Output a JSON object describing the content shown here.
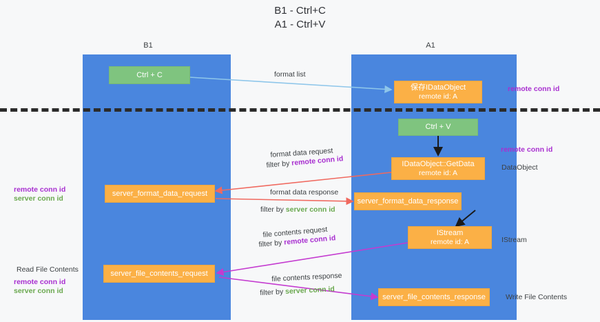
{
  "title": {
    "line1": "B1 - Ctrl+C",
    "line2": "A1 - Ctrl+V"
  },
  "lanes": [
    {
      "id": "b1",
      "name": "B1",
      "role": "connection",
      "color": "#4a86de"
    },
    {
      "id": "a1",
      "name": "A1",
      "role": "remote",
      "color": "#4a86de"
    }
  ],
  "nodes": {
    "ctrl_c": {
      "line1": "Ctrl + C",
      "line2": "",
      "color": "#7fc47f"
    },
    "idataobject": {
      "line1": "保存IDataObject",
      "line2": "remote id: A",
      "color": "#fbb046"
    },
    "ctrl_v": {
      "line1": "Ctrl + V",
      "line2": "",
      "color": "#7fc47f"
    },
    "getdata": {
      "line1": "IDataObject::GetData",
      "line2": "remote id: A",
      "color": "#fbb046"
    },
    "server_format_data_request": {
      "line1": "server_format_data_request",
      "line2": "",
      "color": "#fbb046"
    },
    "server_format_data_response": {
      "line1": "server_format_data_response",
      "line2": "",
      "color": "#fbb046"
    },
    "istream": {
      "line1": "IStream",
      "line2": "remote id: A",
      "color": "#fbb046"
    },
    "server_file_contents_request": {
      "line1": "server_file_contents_request",
      "line2": "",
      "color": "#fbb046"
    },
    "server_file_contents_response": {
      "line1": "server_file_contents_response",
      "line2": "",
      "color": "#fbb046"
    }
  },
  "edge_labels": {
    "format_list": "format list",
    "format_data_request": "format data request",
    "format_data_request_filter_prefix": "filter by ",
    "format_data_request_filter_key": "remote conn id",
    "format_data_response": "format data response",
    "format_data_response_filter_prefix": "filter by ",
    "format_data_response_filter_key": "server conn id",
    "file_contents_request": "file contents request",
    "file_contents_request_filter_prefix": "filter by ",
    "file_contents_request_filter_key": "remote conn id",
    "file_contents_response": "file contents response",
    "file_contents_response_filter_prefix": "filter by ",
    "file_contents_response_filter_key": "server conn id"
  },
  "annotations": {
    "right_remote_conn_id_top": "remote conn id",
    "right_remote_conn_id_mid": "remote conn id",
    "right_dataobject": "DataObject",
    "right_istream": "IStream",
    "right_write_file_contents": "Write File Contents",
    "left_remote_conn_id": "remote conn id",
    "left_server_conn_id": "server conn id",
    "left_read_file_contents": "Read File Contents",
    "left_remote_conn_id_2": "remote conn id",
    "left_server_conn_id_2": "server conn id"
  },
  "colors": {
    "lane": "#4a86de",
    "green_node": "#7fc47f",
    "orange_node": "#fbb046",
    "purple_text": "#a82fd0",
    "green_text": "#6aa84f",
    "arrow_blue": "#8ec6ea",
    "arrow_red": "#f0695f",
    "arrow_magenta": "#c43bd0",
    "arrow_black": "#1a1a1a",
    "divider": "#2b2b2b",
    "background": "#f7f8f9"
  }
}
